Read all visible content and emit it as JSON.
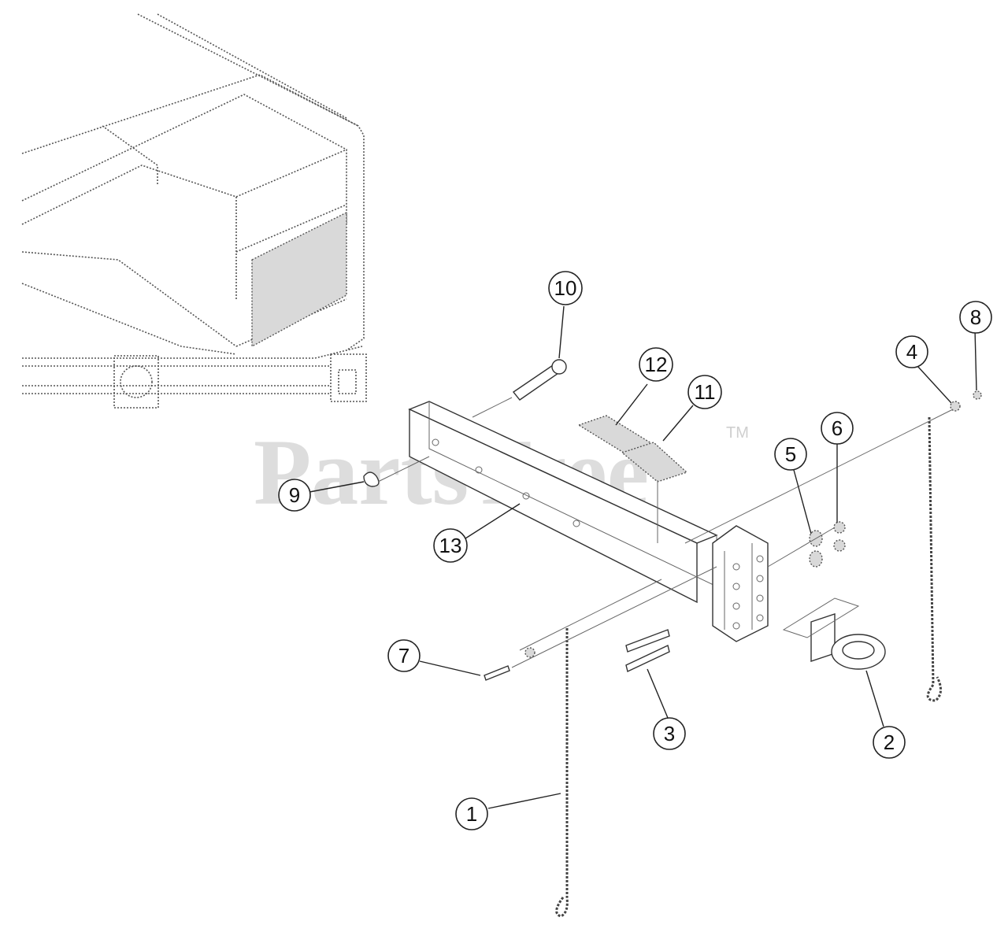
{
  "watermark": {
    "text": "PartsTree",
    "trademark": "TM"
  },
  "callouts": [
    "1",
    "2",
    "3",
    "4",
    "5",
    "6",
    "7",
    "8",
    "9",
    "10",
    "11",
    "12",
    "13"
  ],
  "colors": {
    "line": "#222222",
    "watermark": "#d8d8d8",
    "background": "#ffffff"
  }
}
